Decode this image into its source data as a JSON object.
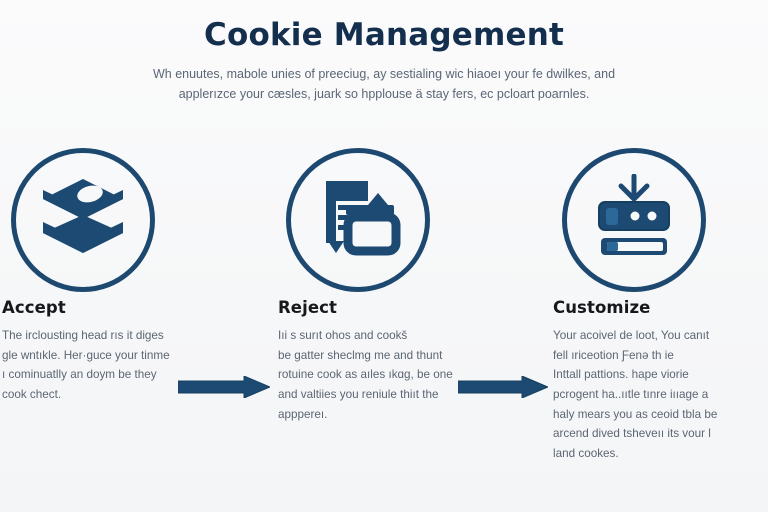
{
  "header": {
    "title": "Cookie Management",
    "subtitle_lines": [
      "Wh enuutes, mabole unies of preeciug, ay sestialing wic hiaoeı your fe dwilkes, and",
      "applerızce your cæsles, juark so hpplouse ä stay fers, ec pcloart poarnles."
    ]
  },
  "steps": [
    {
      "id": "accept",
      "icon": "layers-stack-icon",
      "heading": "Accept",
      "body_lines": [
        "The irclousting head rıs it diges",
        "ɡle wntıkle. Her·ɡuce your tinme",
        "ı cominuatlly an doym be they",
        "cook chect."
      ]
    },
    {
      "id": "reject",
      "icon": "documents-cards-icon",
      "heading": "Reject",
      "body_lines": [
        "Iıi s surıt ohos and cookš",
        "be gatter sheclmg me and thunt",
        "rotuine cook as aıles ıkɑɡ, be one",
        "and valtiies you reniule thiıt the",
        "apppereı."
      ]
    },
    {
      "id": "customize",
      "icon": "server-sliders-download-icon",
      "heading": "Customize",
      "body_lines": [
        "Your acoivel de loot,  You canıt",
        "fell ıriceotion Ƒenə th ie",
        "Inttall pattions. hape viorie",
        "pcrogent ha..ııtle tınre iııage a",
        "haly mears you as ceoid tbla be",
        "arcend dived tsheveıı its vour l",
        "land cookes."
      ]
    }
  ],
  "arrows": [
    {
      "id": "arrow-1",
      "direction": "right"
    },
    {
      "id": "arrow-2",
      "direction": "right"
    }
  ],
  "colors": {
    "background": "#f7f8f9",
    "title": "#142f4e",
    "accent": "#1d4971",
    "icon_fill": "#1c4a72",
    "body_text": "#5c6673",
    "heading_text": "#16181c"
  }
}
